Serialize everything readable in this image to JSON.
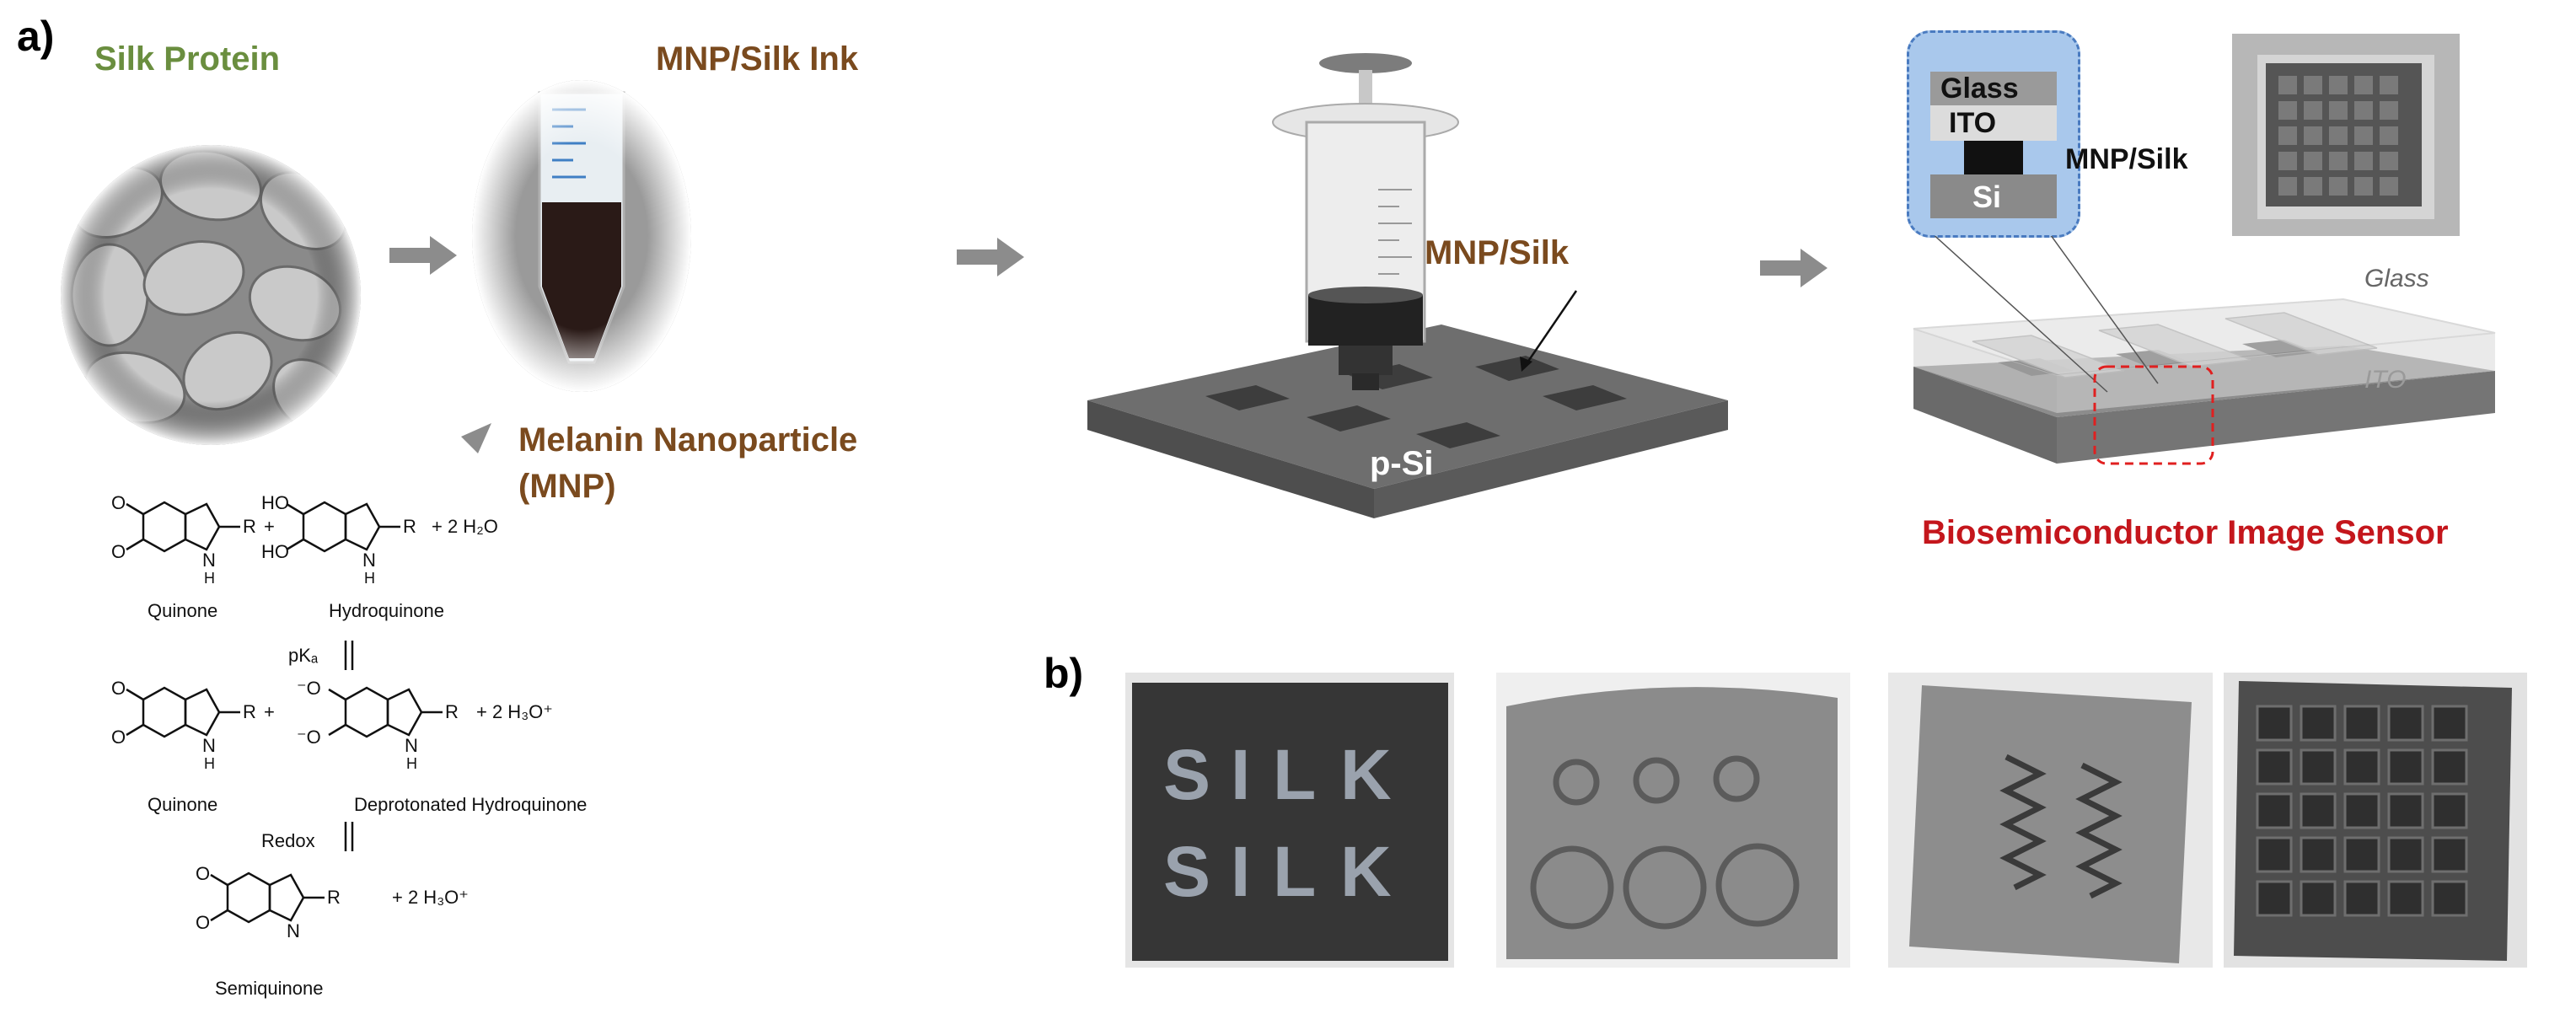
{
  "panel_a": {
    "label": "a)",
    "silk_protein": "Silk Protein",
    "ink": "MNP/Silk Ink",
    "mnp_line1": "Melanin Nanoparticle",
    "mnp_line2": "(MNP)",
    "syringe_label": "MNP/Silk",
    "substrate_label": "p-Si",
    "stack": {
      "glass": "Glass",
      "ito": "ITO",
      "si": "Si",
      "side_label": "MNP/Silk"
    },
    "device": {
      "glass": "Glass",
      "ito": "ITO"
    },
    "sensor_title": "Biosemiconductor Image Sensor",
    "chem": {
      "quinone1": "Quinone",
      "hydroquinone": "Hydroquinone",
      "water1": "+ 2 H₂O",
      "pka": "pKₐ",
      "quinone2": "Quinone",
      "deprot": "Deprotonated Hydroquinone",
      "hydronium1": "+ 2 H₃O⁺",
      "redox": "Redox",
      "semiquinone": "Semiquinone",
      "hydronium2": "+ 2 H₃O⁺",
      "r": "R",
      "nh": "N",
      "h": "H",
      "ho": "HO",
      "o_minus": "⁻O",
      "o": "O",
      "plus": "+"
    }
  },
  "panel_b": {
    "label": "b)",
    "photos": [
      {
        "letters": [
          "S",
          "I",
          "L",
          "K"
        ]
      },
      {
        "type": "circles"
      },
      {
        "type": "zigzag"
      },
      {
        "type": "grid"
      }
    ]
  }
}
